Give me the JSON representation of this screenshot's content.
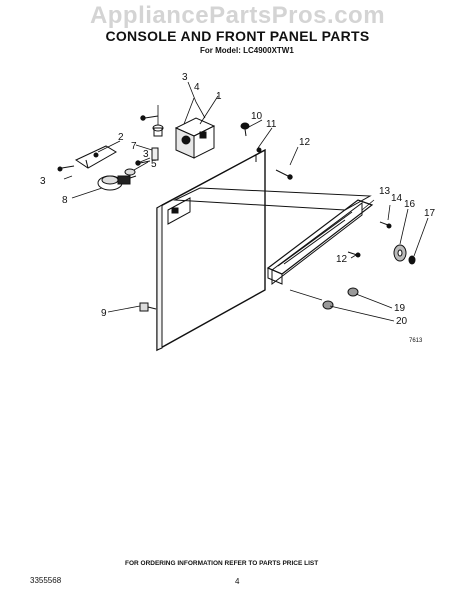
{
  "watermark": "AppliancePartsPros.com",
  "title": "CONSOLE AND FRONT PANEL PARTS",
  "subtitle": "For Model: LC4900XTW1",
  "footer_note": "FOR ORDERING INFORMATION REFER TO PARTS PRICE LIST",
  "document_number": "3355568",
  "page_number": "4",
  "figure_number": "7613",
  "callouts": [
    "1",
    "2",
    "3",
    "3",
    "3",
    "4",
    "5",
    "7",
    "8",
    "9",
    "10",
    "11",
    "12",
    "12",
    "13",
    "14",
    "16",
    "17",
    "19",
    "20"
  ]
}
